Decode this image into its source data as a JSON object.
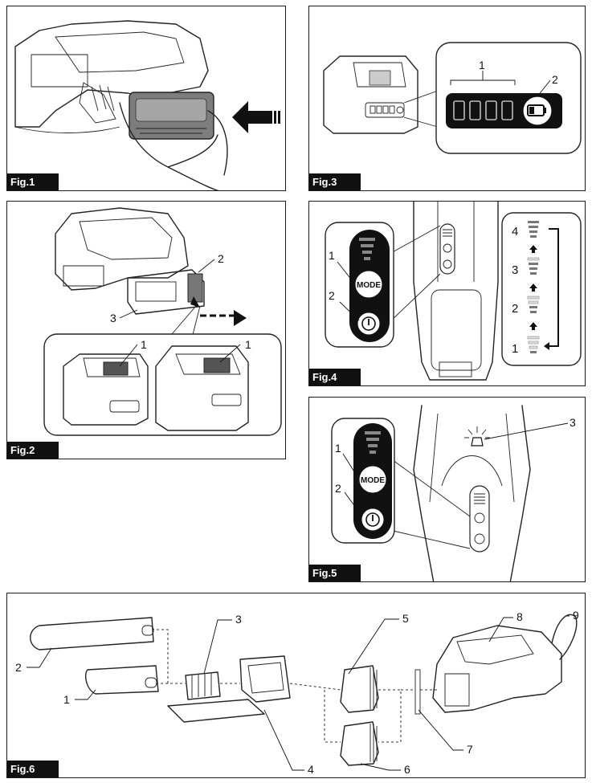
{
  "figures": {
    "fig1": {
      "label": "Fig.1"
    },
    "fig2": {
      "label": "Fig.2",
      "callouts": [
        "2",
        "3",
        "1",
        "1"
      ]
    },
    "fig3": {
      "label": "Fig.3",
      "callouts": [
        "1",
        "2"
      ]
    },
    "fig4": {
      "label": "Fig.4",
      "callouts": [
        "1",
        "2"
      ],
      "mode_button": "MODE",
      "levels": [
        "4",
        "3",
        "2",
        "1"
      ]
    },
    "fig5": {
      "label": "Fig.5",
      "callouts": [
        "1",
        "2",
        "3"
      ],
      "mode_button": "MODE"
    },
    "fig6": {
      "label": "Fig.6",
      "callouts": [
        "3",
        "5",
        "8",
        "9",
        "2",
        "1",
        "4",
        "6",
        "7"
      ]
    }
  },
  "battery_text": "0000",
  "power_symbol": "⏻"
}
